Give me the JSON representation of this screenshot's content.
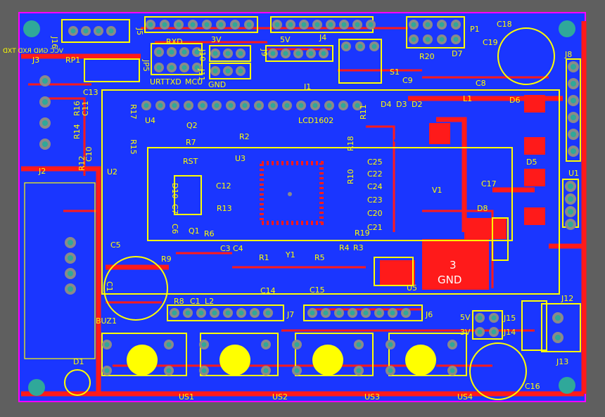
{
  "board": {
    "colors": {
      "background": "#5f5f5f",
      "board_fill": "#1a36ff",
      "copper_top": "#ff1a1a",
      "silkscreen": "#ffff00",
      "outline": "#ff00ff",
      "drill": "#2fa89a",
      "pad_ring": "#8a8a8a"
    }
  },
  "labels": {
    "j16": "J16",
    "j16_pins": "VCC GND RXD TXD",
    "j5": "J5",
    "rxd": "RXD",
    "j10": "J10",
    "v3": "3V",
    "v5": "5V",
    "j9": "J9",
    "j4": "J4",
    "j1": "J1",
    "p1": "P1",
    "c18": "C18",
    "j8": "J8",
    "c19": "C19",
    "r20": "R20",
    "d7": "D7",
    "c8": "C8",
    "c9": "C9",
    "s1": "S1",
    "j3": "J3",
    "rp1": "RP1",
    "jp5": "JP5",
    "urt": "URT",
    "txd": "TXD",
    "mcu": "MCU",
    "j11": "J11",
    "gnd": "GND",
    "c13": "C13",
    "r17": "R17",
    "r16": "R16",
    "c11": "C11",
    "r15": "R15",
    "r14": "R14",
    "r12": "R12",
    "c10": "C10",
    "u4": "U4",
    "q2": "Q2",
    "r7": "R7",
    "r2": "R2",
    "u3": "U3",
    "lcd1602": "LCD1602",
    "r11": "R11",
    "d4": "D4",
    "d3": "D3",
    "d2": "D2",
    "l1": "L1",
    "d6": "D6",
    "d5": "D5",
    "u1": "U1",
    "j2": "J2",
    "u2": "U2",
    "rst": "RST",
    "d10": "D10",
    "c12": "C12",
    "r13": "R13",
    "c7": "C7",
    "c6": "C6",
    "q1": "Q1",
    "r6": "R6",
    "r18": "R18",
    "r10": "R10",
    "c25": "C25",
    "c22": "C22",
    "c24": "C24",
    "c23": "C23",
    "c20": "C20",
    "c21": "C21",
    "r19": "R19",
    "v1": "V1",
    "c17": "C17",
    "d8": "D8",
    "c5": "C5",
    "r9": "R9",
    "c3": "C3",
    "c4": "C4",
    "r1": "R1",
    "y1": "Y1",
    "r5": "R5",
    "r4": "R4",
    "r3": "R3",
    "c14": "C14",
    "c15": "C15",
    "u5": "U5",
    "pad_3": "3",
    "pad_gnd": "GND",
    "j12": "J12",
    "c1": "C1",
    "buz1": "BUZ1",
    "r8": "R8",
    "c1b": "C1",
    "l2": "L2",
    "j7": "J7",
    "j6": "J6",
    "j15": "J15",
    "j14": "J14",
    "j13": "J13",
    "d1": "D1",
    "us1": "US1",
    "us2": "US2",
    "us3": "US3",
    "us4": "US4",
    "c16": "C16",
    "j13_5v": "5V",
    "j14_3v": "3V"
  }
}
